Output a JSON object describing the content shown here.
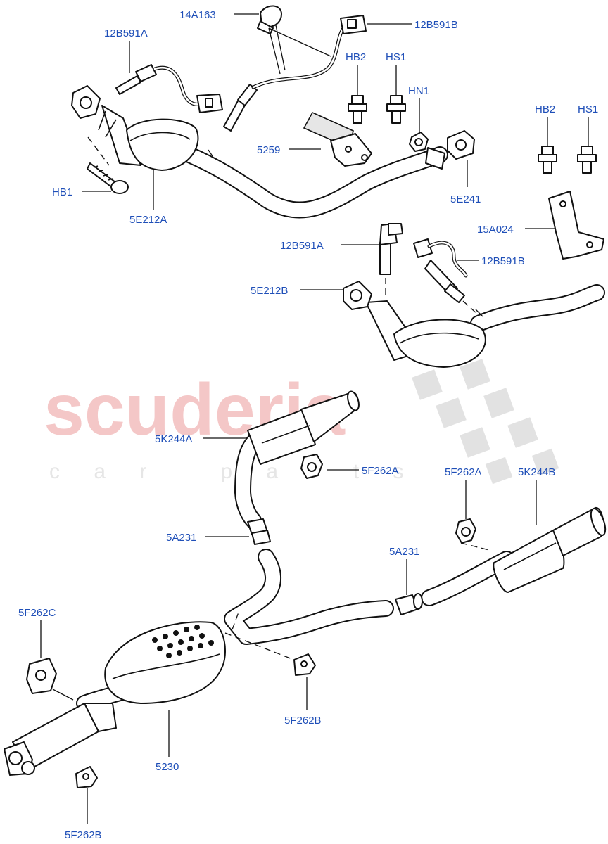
{
  "watermark": {
    "brand": "scuderia",
    "tagline": "c a r   p a r t s",
    "brand_color": "#f4c7c7",
    "tagline_color": "#e6e6e6",
    "checker_color": "#e2e2e2"
  },
  "label_color": "#1f4fb8",
  "labels": {
    "l_14A163": "14A163",
    "l_12B591B_top": "12B591B",
    "l_12B591A_top": "12B591A",
    "l_HB2_a": "HB2",
    "l_HS1_a": "HS1",
    "l_HN1": "HN1",
    "l_HB2_b": "HB2",
    "l_HS1_b": "HS1",
    "l_5259": "5259",
    "l_HB1": "HB1",
    "l_5E212A": "5E212A",
    "l_5E241": "5E241",
    "l_15A024": "15A024",
    "l_12B591A_mid": "12B591A",
    "l_12B591B_mid": "12B591B",
    "l_5E212B": "5E212B",
    "l_5K244A": "5K244A",
    "l_5F262A_left": "5F262A",
    "l_5F262A_right": "5F262A",
    "l_5K244B": "5K244B",
    "l_5A231_left": "5A231",
    "l_5A231_right": "5A231",
    "l_5F262C": "5F262C",
    "l_5F262B_mid": "5F262B",
    "l_5230": "5230",
    "l_5F262B_bottom": "5F262B"
  }
}
